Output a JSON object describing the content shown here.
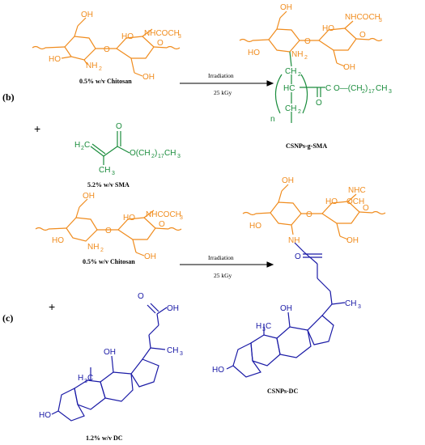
{
  "panels": {
    "b": "(b)",
    "c": "(c)"
  },
  "plus": "+",
  "reaction_b": {
    "reactant1_label": "0.5% w/v Chitosan",
    "reactant2_label": "5.2% w/v SMA",
    "arrow_top": "Irradiation",
    "arrow_bottom": "25 kGy",
    "product_label": "CSNPs-g-SMA"
  },
  "reaction_c": {
    "reactant1_label": "0.5% w/v Chitosan",
    "reactant2_label": "1.2% w/v DC",
    "arrow_top": "Irradiation",
    "arrow_bottom": "25 kGy",
    "product_label": "CSNPs-DC"
  },
  "atoms": {
    "oh": "OH",
    "ho": "HO",
    "nh2": "NH",
    "nh2_sub": "2",
    "nhcoch3": "NHCOCH",
    "sub3": "3",
    "o": "O",
    "ch2": "CH",
    "sub2": "2",
    "hc": "HC",
    "c": "C",
    "chain": "O—(CH",
    "chain_sub": "2",
    "chain_end": ")",
    "chain_n": "17",
    "chain_ch3": "CH",
    "n": "n",
    "h2c": "H",
    "h2c_sub": "2",
    "h2c_end": "C",
    "sma_chain": "O(CH",
    "ch3": "CH",
    "h3c": "H",
    "h3c_sub": "3",
    "h3c_end": "C",
    "nh": "NH",
    "nhc": "NHC",
    "och": "OCH"
  },
  "colors": {
    "chitosan": "#f08c1e",
    "sma": "#1a8c3c",
    "dc": "#1a1aa6"
  }
}
